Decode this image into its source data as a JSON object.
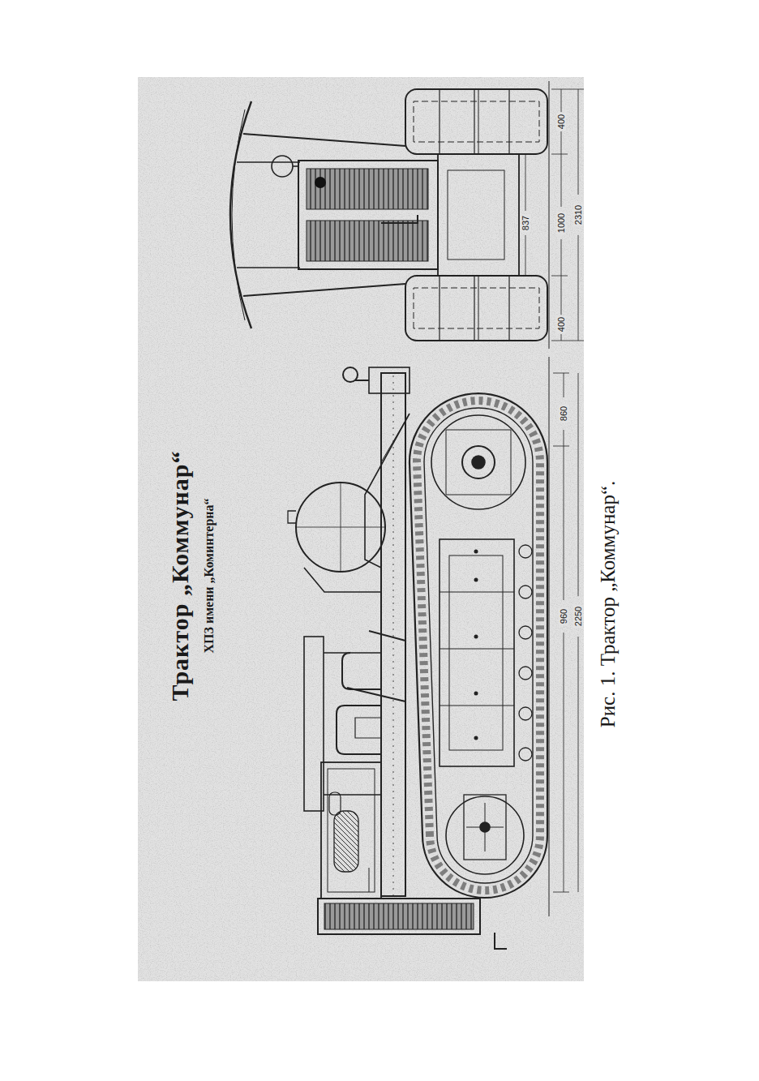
{
  "diagram": {
    "title": "Трактор „Коммунар“",
    "caption": "Рис. 1. Трактор „Коммунар“.",
    "labels": [
      "ХПЗ имени „Коминтерна“",
      "400",
      "1000",
      "400",
      "837",
      "2310",
      "860",
      "960",
      "2250"
    ]
  }
}
